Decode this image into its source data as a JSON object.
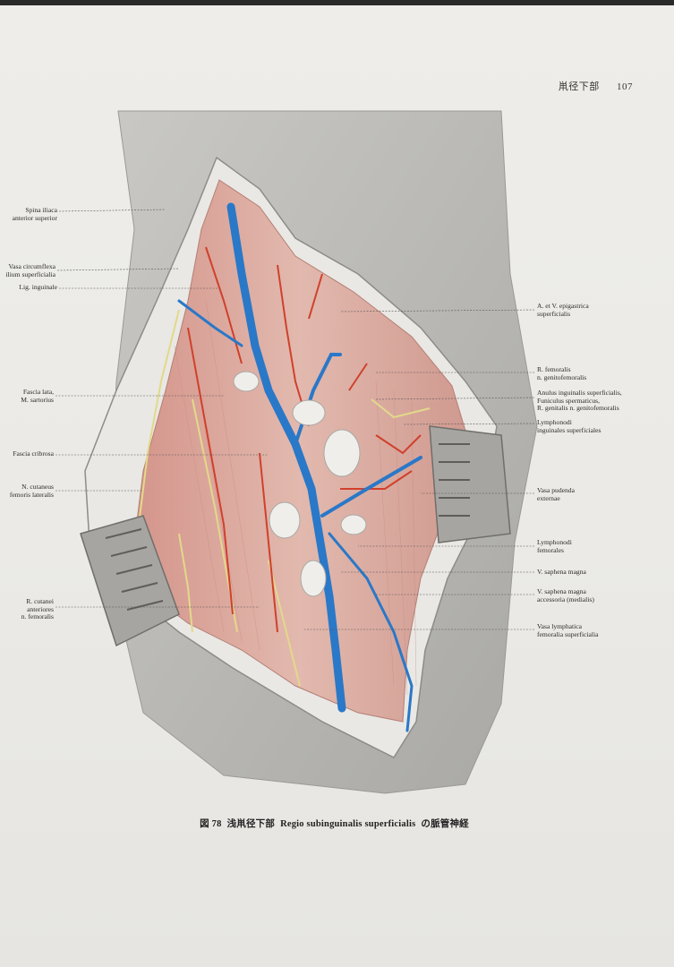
{
  "header": {
    "section": "鼡径下部",
    "page_number": "107"
  },
  "left_labels": [
    "Spina iliaca\nanterior superior",
    "Vasa circumflexa\nilium superficialia",
    "Lig. inguinale",
    "Fascia lata,\nM. sartorius",
    "Fascia cribrosa",
    "N. cutaneus\nfemoris lateralis",
    "R. cutanei\nanteriores\nn. femoralis"
  ],
  "right_labels": [
    "A. et V. epigastrica\nsuperficialis",
    "R. femoralis\nn. genitofemoralis",
    "Anulus inguinalis superficialis,\nFuniculus spermaticus,\nR. genitalis n. genitofemoralis",
    "Lymphonodi\ninguinales superficiales",
    "Vasa pudenda\nexternae",
    "Lymphonodi\nfemorales",
    "V. saphena magna",
    "V. saphena magna\naccessoria (medialis)",
    "Vasa lymphatica\nfemoralia superficialia"
  ],
  "caption": {
    "figure": "図 78",
    "title_jp": "浅鼡径下部",
    "title_latin": "Regio subinguinalis superficialis",
    "suffix": "の脈管神経"
  },
  "colors": {
    "vein": "#2a78c8",
    "artery": "#d0402c",
    "nerve": "#e2d98a",
    "muscle": "#d9a79c",
    "skin": "#bdbcb8"
  }
}
